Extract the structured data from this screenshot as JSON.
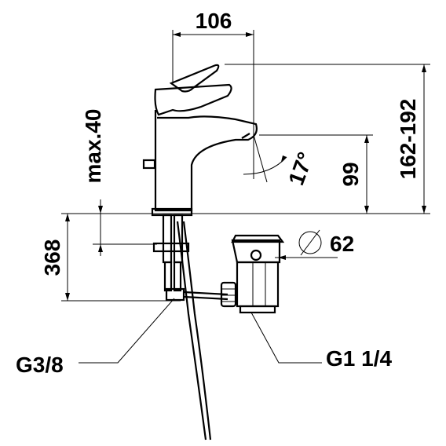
{
  "dimensions": {
    "spout_reach": "106",
    "height_range": "162-192",
    "spout_height": "99",
    "max_thickness": "max.40",
    "angle": "17°",
    "diameter": "62",
    "shank_length": "368"
  },
  "threads": {
    "left": "G3/8",
    "right": "G1 1/4"
  },
  "diameter_symbol": "⌀"
}
